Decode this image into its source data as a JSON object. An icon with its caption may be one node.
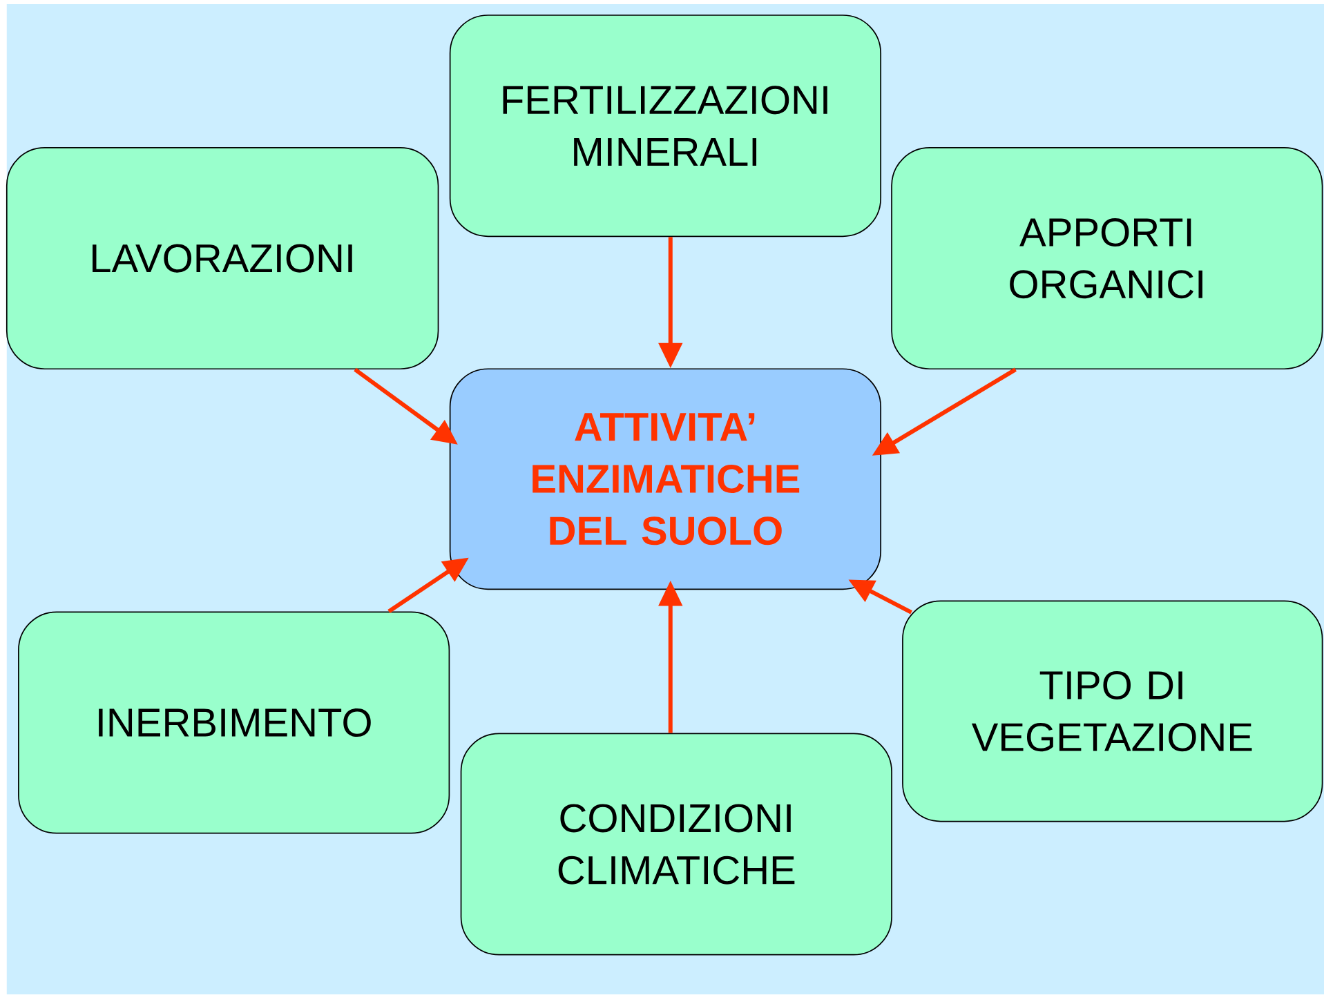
{
  "diagram": {
    "nodes": [
      {
        "text": [
          "FERTILIZZAZIONI MINERALI"
        ]
      },
      {
        "text": [
          "LAVORAZIONI"
        ]
      },
      {
        "text": [
          "APPORTI ORGANICI"
        ]
      },
      {
        "text": [
          "ATTIVITA’ ENZIMATICHE DEL SUOLO"
        ]
      },
      {
        "text": [
          "TIPO DI VEGETAZIONE"
        ]
      },
      {
        "text": [
          "INERBIMENTO"
        ]
      },
      {
        "text": [
          "CONDIZIONI CLIMATICHE"
        ]
      }
    ],
    "edges": [
      {
        "from": 0,
        "to": 3,
        "arrow": "to"
      },
      {
        "from": 1,
        "to": 3,
        "arrow": "to"
      },
      {
        "from": 2,
        "to": 3,
        "arrow": "to"
      },
      {
        "from": 4,
        "to": 3,
        "arrow": "to"
      },
      {
        "from": 5,
        "to": 3,
        "arrow": "to"
      },
      {
        "from": 6,
        "to": 3,
        "arrow": "to"
      }
    ]
  }
}
